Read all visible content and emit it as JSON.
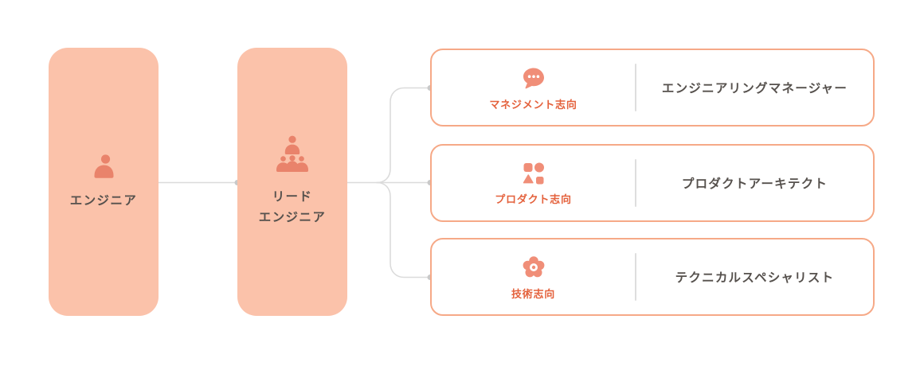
{
  "diagram_title": "engineer-career-path",
  "colors": {
    "background": "#FFFFFF",
    "node_fill": "#FBC2AA",
    "node_icon": "#E9836B",
    "node_text": "#56514D",
    "card_border": "#F6A987",
    "card_icon": "#F08E78",
    "orientation_text": "#E4613C",
    "role_text": "#56514D",
    "connector_line": "#DBDBDB",
    "connector_dot": "#C9C9C9",
    "divider": "#DEDEDE"
  },
  "nodes": [
    {
      "id": "engineer",
      "icon": "person-icon",
      "label_lines": [
        "エンジニア"
      ]
    },
    {
      "id": "lead-engineer",
      "icon": "team-icon",
      "label_lines": [
        "リード",
        "エンジニア"
      ]
    }
  ],
  "branches": [
    {
      "icon": "speech-bubble-icon",
      "orientation": "マネジメント志向",
      "role": "エンジニアリングマネージャー"
    },
    {
      "icon": "shapes-icon",
      "orientation": "プロダクト志向",
      "role": "プロダクトアーキテクト"
    },
    {
      "icon": "gear-icon",
      "orientation": "技術志向",
      "role": "テクニカルスペシャリスト"
    }
  ]
}
